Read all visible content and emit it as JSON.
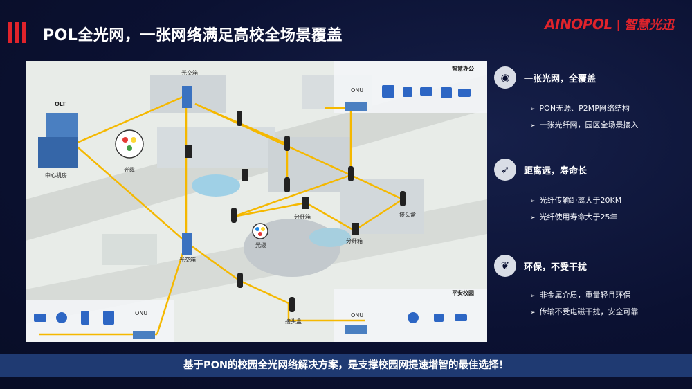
{
  "header": {
    "title": "POL全光网，一张网络满足高校全场景覆盖"
  },
  "logo": {
    "brand": "AINOPOL",
    "cn": "智慧光迅"
  },
  "diagram": {
    "labels": {
      "olt": "OLT",
      "center_room": "中心机房",
      "optical_cabinet_top": "光交箱",
      "optical_cabinet_bottom": "光交箱",
      "fiber_cable_1": "光缆",
      "fiber_cable_2": "光缆",
      "splitter_1": "分纤箱",
      "splitter_2": "分纤箱",
      "joint_box_1": "接头盒",
      "joint_box_2": "接头盒",
      "smart_office": "智慧办公",
      "safe_campus": "平安校园",
      "onu_top": "ONU",
      "onu_bottom_left": "ONU",
      "onu_bottom_right": "ONU"
    }
  },
  "features": [
    {
      "icon": "globe-icon",
      "title": "一张光网，全覆盖",
      "points": [
        "PON无源、P2MP网络结构",
        "一张光纤网，园区全场景接入"
      ]
    },
    {
      "icon": "rocket-icon",
      "title": "距离远，寿命长",
      "points": [
        "光纤传输距离大于20KM",
        "光纤使用寿命大于25年"
      ]
    },
    {
      "icon": "leaf-icon",
      "title": "环保，不受干扰",
      "points": [
        "非金属介质，重量轻且环保",
        "传输不受电磁干扰，安全可靠"
      ]
    }
  ],
  "footer": {
    "banner": "基于PON的校园全光网络解决方案，是支撑校园网提速增智的最佳选择！"
  },
  "colors": {
    "accent": "#e0232b",
    "fiber": "#f5b800",
    "banner": "#1f3a72"
  }
}
